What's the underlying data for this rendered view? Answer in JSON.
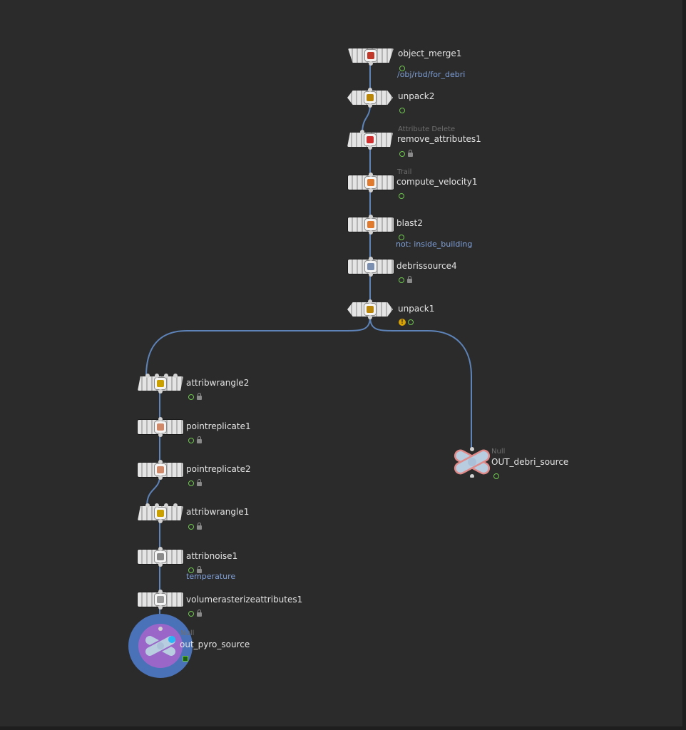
{
  "colors": {
    "background": "#2b2b2b",
    "wire": "#5d83b8",
    "label": "#e4e4e4",
    "subtext": "#7f9fd6",
    "flag_green": "#6ec64e",
    "warning": "#d9a300",
    "null_ring": "#e08a8a",
    "null_body": "#b8cde0",
    "output_outer": "#4a72b8",
    "output_inner": "#9a67c9"
  },
  "nodes": {
    "object_merge1": {
      "name": "object_merge1",
      "subtitle": "/obj/rbd/for_debri",
      "icon": "object-merge-icon",
      "icon_color": "#c0392b"
    },
    "unpack2": {
      "name": "unpack2",
      "icon": "unpack-icon",
      "icon_color": "#b8860b"
    },
    "remove_attributes1": {
      "type_label": "Attribute Delete",
      "name": "remove_attributes1",
      "icon": "attribute-delete-icon",
      "icon_color": "#d03030"
    },
    "compute_velocity1": {
      "type_label": "Trail",
      "name": "compute_velocity1",
      "icon": "trail-icon",
      "icon_color": "#e07a2e"
    },
    "blast2": {
      "name": "blast2",
      "subtitle": "not: inside_building",
      "icon": "blast-icon",
      "icon_color": "#e07a2e"
    },
    "debrissource4": {
      "name": "debrissource4",
      "icon": "debris-source-icon",
      "icon_color": "#7b8fb0"
    },
    "unpack1": {
      "name": "unpack1",
      "warning": "!",
      "icon": "unpack-icon",
      "icon_color": "#b8860b"
    },
    "attribwrangle2": {
      "name": "attribwrangle2",
      "icon": "wrangle-icon",
      "icon_color": "#c9a000"
    },
    "pointreplicate1": {
      "name": "pointreplicate1",
      "icon": "point-replicate-icon",
      "icon_color": "#d08a6a"
    },
    "pointreplicate2": {
      "name": "pointreplicate2",
      "icon": "point-replicate-icon",
      "icon_color": "#d08a6a"
    },
    "attribwrangle1": {
      "name": "attribwrangle1",
      "icon": "wrangle-icon",
      "icon_color": "#c9a000"
    },
    "attribnoise1": {
      "name": "attribnoise1",
      "subtitle": "temperature",
      "icon": "attrib-noise-icon",
      "icon_color": "#8a8a8a"
    },
    "volumerasterizeattributes1": {
      "name": "volumerasterizeattributes1",
      "icon": "volume-rasterize-icon",
      "icon_color": "#9a9a9a"
    },
    "out_debri_source": {
      "type_label": "Null",
      "name": "OUT_debri_source",
      "icon": "null-icon"
    },
    "out_pyro_source": {
      "type_label": "Null",
      "name": "out_pyro_source",
      "icon": "null-icon"
    }
  }
}
